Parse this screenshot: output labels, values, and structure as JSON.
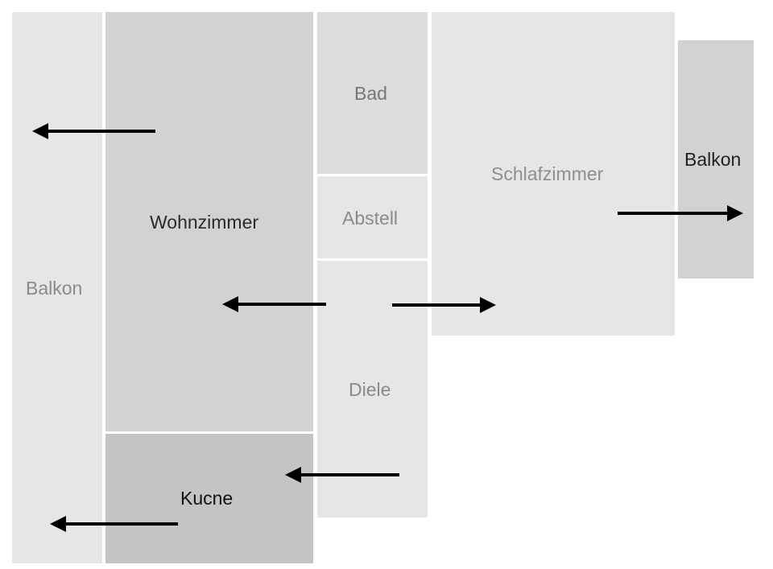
{
  "rooms": {
    "balkon_left": {
      "label": "Balkon",
      "fill": "#e6e6e6",
      "text_color": "#8a8a8a"
    },
    "wohnzimmer": {
      "label": "Wohnzimmer",
      "fill": "#d2d2d2",
      "text_color": "#2a2a2a"
    },
    "kueche": {
      "label": "Kucne",
      "fill": "#c4c4c4",
      "text_color": "#111111"
    },
    "bad": {
      "label": "Bad",
      "fill": "#dcdcdc",
      "text_color": "#777777"
    },
    "abstell": {
      "label": "Abstell",
      "fill": "#e6e6e6",
      "text_color": "#8a8a8a"
    },
    "diele": {
      "label": "Diele",
      "fill": "#e6e6e6",
      "text_color": "#8a8a8a"
    },
    "schlafzimmer": {
      "label": "Schlafzimmer",
      "fill": "#e6e6e6",
      "text_color": "#8f8f8f"
    },
    "balkon_right": {
      "label": "Balkon",
      "fill": "#d2d2d2",
      "text_color": "#222222"
    }
  },
  "arrow_color": "#000000"
}
